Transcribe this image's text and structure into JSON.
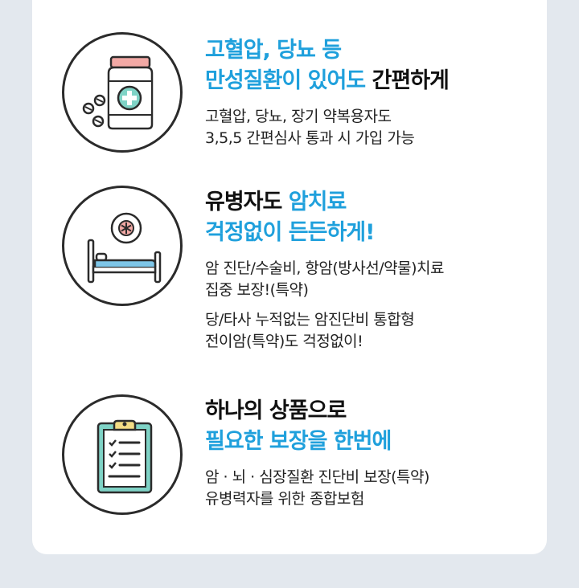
{
  "features": [
    {
      "icon": "medicine-bottle-icon",
      "title_line1": "고혈압, 당뇨 등",
      "title_line2_highlight": "만성질환이 있어도",
      "title_line2_rest": " 간편하게",
      "desc_line1": "고혈압, 당뇨, 장기 약복용자도",
      "desc_line2": "3,5,5 간편심사 통과 시 가입 가능"
    },
    {
      "icon": "hospital-bed-icon",
      "title_line1_plain": "유병자도 ",
      "title_line1_highlight": "암치료",
      "title_line2_highlight": "걱정없이 든든하게!",
      "desc_line1": "암 진단/수술비, 항암(방사선/약물)치료",
      "desc_line2": "집중 보장!(특약)",
      "desc_line3": "당/타사 누적없는 암진단비 통합형",
      "desc_line4": "전이암(특약)도 걱정없이!"
    },
    {
      "icon": "clipboard-checklist-icon",
      "title_line1": "하나의 상품으로",
      "title_line2_highlight": "필요한 보장을 한번에",
      "desc_line1": "암 · 뇌 · 심장질환 진단비 보장(특약)",
      "desc_line2": "유병력자를 위한 종합보험"
    }
  ],
  "colors": {
    "accent": "#1fa0dc",
    "text": "#111111",
    "background": "#e3e8ee",
    "card": "#ffffff"
  }
}
